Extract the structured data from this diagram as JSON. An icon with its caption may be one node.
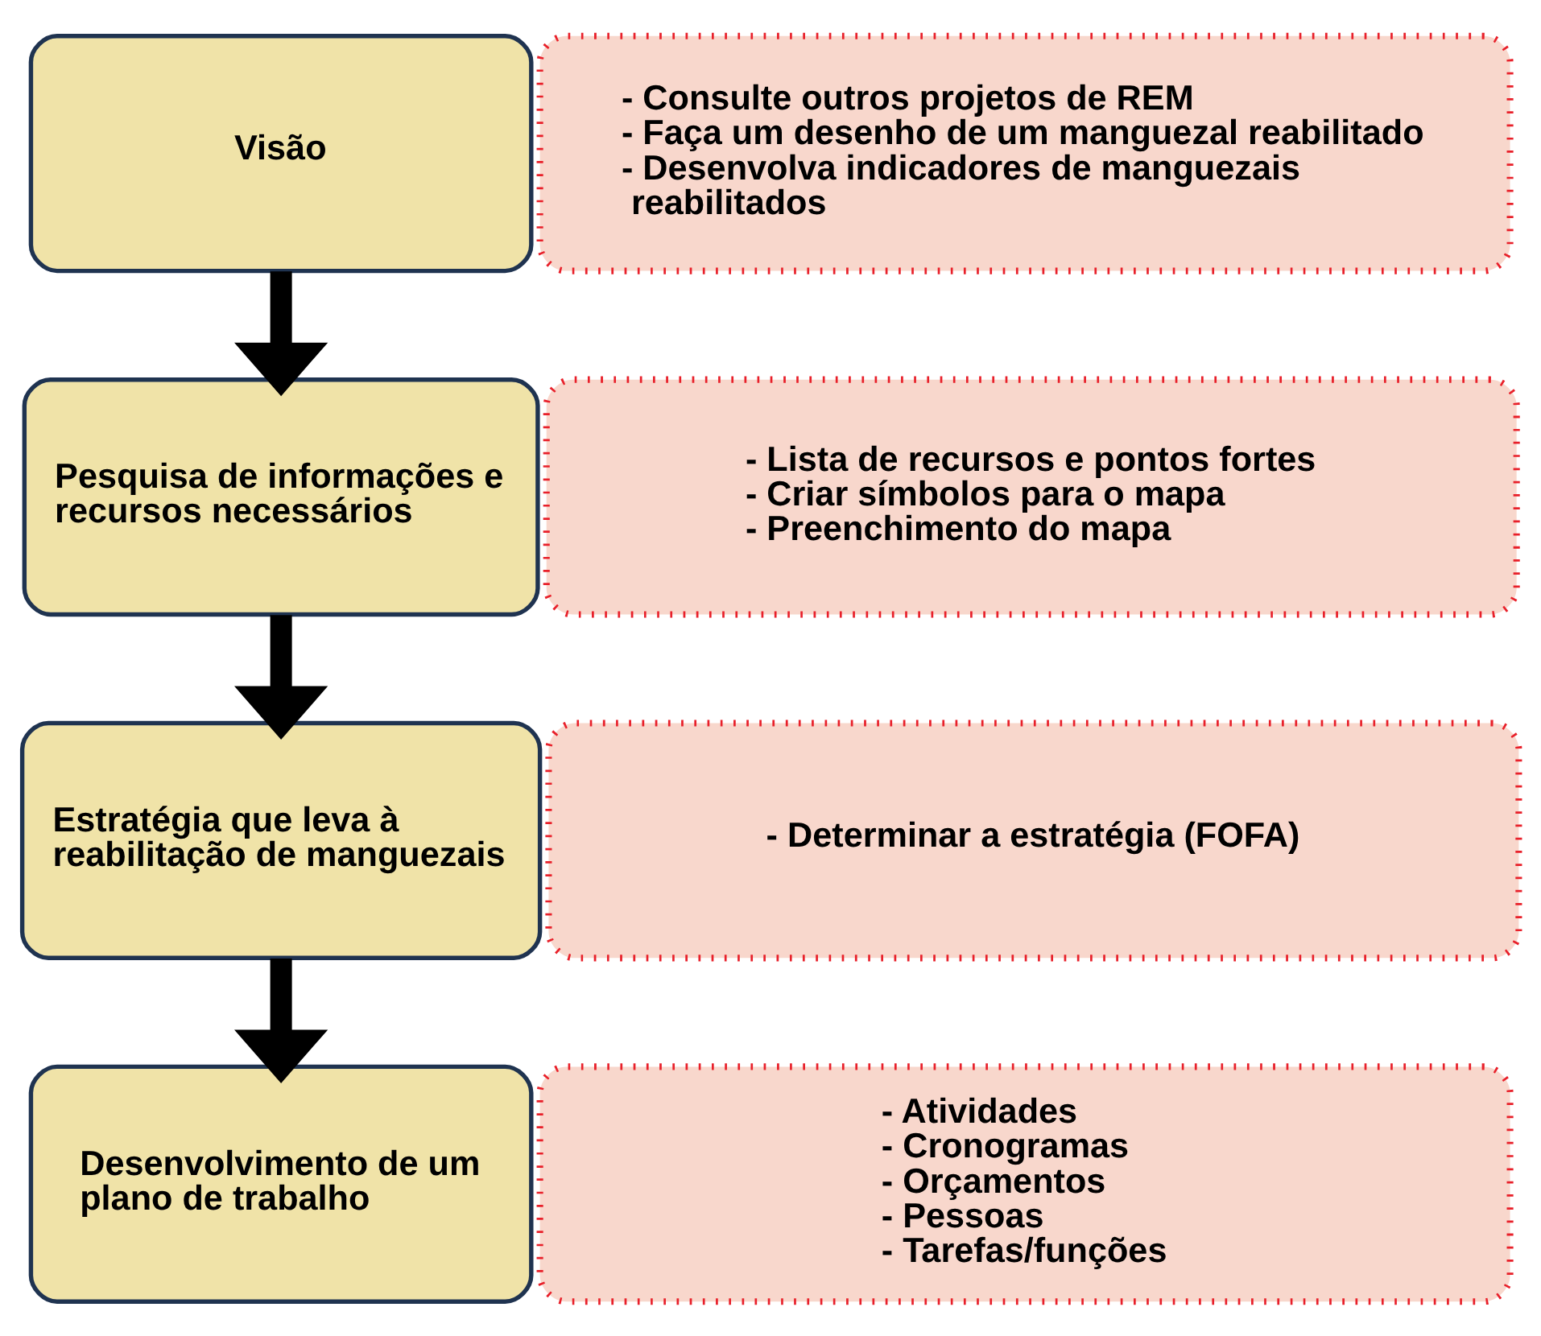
{
  "diagram": {
    "nodes": [
      {
        "text": [
          "Visão"
        ]
      },
      {
        "text": [
          "- Consulte outros projetos de REM",
          "- Faça um desenho de um manguezal reabilitado",
          "- Desenvolva indicadores de manguezais reabilitados"
        ]
      },
      {
        "text": [
          "Pesquisa de informações e recursos necessários"
        ]
      },
      {
        "text": [
          "- Lista de recursos e pontos fortes",
          "- Criar símbolos para o mapa",
          "- Preenchimento do mapa"
        ]
      },
      {
        "text": [
          "Estratégia que leva à reabilitação de manguezais"
        ]
      },
      {
        "text": [
          "- Determinar a estratégia (FOFA)"
        ]
      },
      {
        "text": [
          "Desenvolvimento de um plano de trabalho"
        ]
      },
      {
        "text": [
          "- Atividades",
          "- Cronogramas",
          "- Orçamentos",
          "- Pessoas",
          "- Tarefas/funções"
        ]
      }
    ],
    "edges": [
      {
        "from": 0,
        "to": 2,
        "arrow": "to"
      },
      {
        "from": 2,
        "to": 4,
        "arrow": "to"
      },
      {
        "from": 4,
        "to": 6,
        "arrow": "to"
      }
    ]
  }
}
